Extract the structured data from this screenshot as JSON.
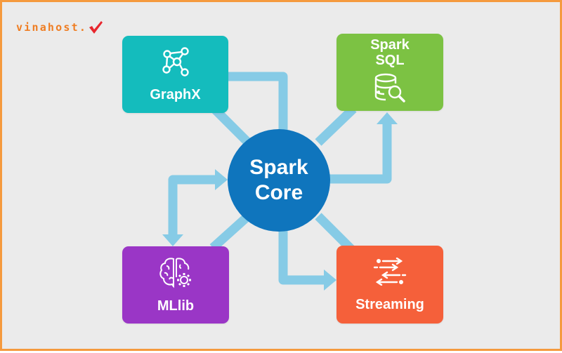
{
  "brand": {
    "logo_text": "vinahost.",
    "accent_color": "#f59a3e",
    "check_color": "#e8262d"
  },
  "diagram": {
    "center": {
      "line1": "Spark",
      "line2": "Core",
      "color": "#0f75bd"
    },
    "connector_color": "#86cbe6",
    "modules": [
      {
        "id": "graphx",
        "label": "GraphX",
        "icon": "graph-network-icon",
        "color": "#14bcbd"
      },
      {
        "id": "sparksql",
        "label_line1": "Spark",
        "label_line2": "SQL",
        "icon": "database-search-icon",
        "color": "#7cc243"
      },
      {
        "id": "mllib",
        "label": "MLlib",
        "icon": "brain-gear-icon",
        "color": "#9a36c6"
      },
      {
        "id": "streaming",
        "label": "Streaming",
        "icon": "data-stream-arrows-icon",
        "color": "#f5603a"
      }
    ]
  }
}
